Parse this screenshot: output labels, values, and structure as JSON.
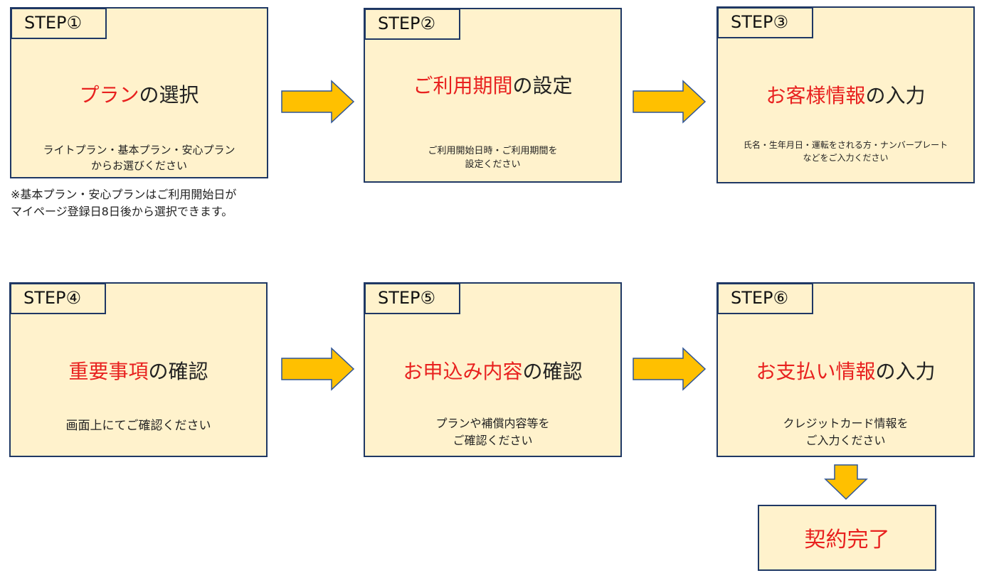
{
  "steps": [
    {
      "tag": "STEP①",
      "title_red": "プラン",
      "title_rest": "の選択",
      "desc_line1": "ライトプラン・基本プラン・安心プラン",
      "desc_line2": "からお選びください"
    },
    {
      "tag": "STEP②",
      "title_red": "ご利用期間",
      "title_rest": "の設定",
      "desc_line1": "ご利用開始日時・ご利用期間を",
      "desc_line2": "設定ください"
    },
    {
      "tag": "STEP③",
      "title_red": "お客様情報",
      "title_rest": "の入力",
      "desc_line1": "氏名・生年月日・運転をされる方・ナンバープレート",
      "desc_line2": "などをご入力ください"
    },
    {
      "tag": "STEP④",
      "title_red": "重要事項",
      "title_rest": "の確認",
      "desc_line1": "画面上にてご確認ください",
      "desc_line2": ""
    },
    {
      "tag": "STEP⑤",
      "title_red": "お申込み内容",
      "title_rest": "の確認",
      "desc_line1": "プランや補償内容等を",
      "desc_line2": "ご確認ください"
    },
    {
      "tag": "STEP⑥",
      "title_red": "お支払い情報",
      "title_rest": "の入力",
      "desc_line1": "クレジットカード情報を",
      "desc_line2": "ご入力ください"
    }
  ],
  "note": {
    "line1": "※基本プラン・安心プランはご利用開始日が",
    "line2": "マイページ登録日8日後から選択できます。"
  },
  "final": {
    "title": "契約完了"
  },
  "colors": {
    "box_fill": "#fff2cc",
    "box_border": "#1f3864",
    "accent_red": "#e8211f",
    "arrow_fill": "#ffc000",
    "arrow_border": "#2f5597"
  },
  "icons": {
    "arrow": "right-arrow-icon",
    "down_arrow": "down-arrow-icon"
  }
}
